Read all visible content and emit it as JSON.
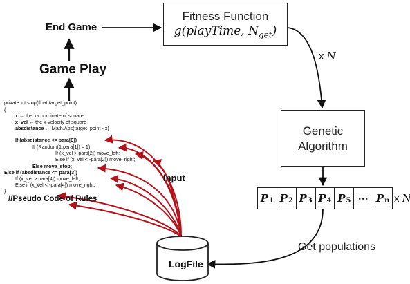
{
  "end_game": "End Game",
  "game_play": "Game Play",
  "fitness_title": "Fitness Function",
  "fitness_formula": "g(playTime, N",
  "fitness_formula_sub": "get",
  "fitness_formula_close": ")",
  "times_n_mid": "x",
  "times_n_mid_var": "N",
  "genetic_line1": "Genetic",
  "genetic_line2": "Algorithm",
  "populations": [
    {
      "base": "P",
      "sub": "1"
    },
    {
      "base": "P",
      "sub": "2"
    },
    {
      "base": "P",
      "sub": "3"
    },
    {
      "base": "P",
      "sub": "4"
    },
    {
      "base": "P",
      "sub": "5"
    },
    {
      "base": "⋯",
      "sub": ""
    },
    {
      "base": "P",
      "sub": "n"
    }
  ],
  "times_n_pop": "x",
  "times_n_pop_var": "N",
  "get_populations": "Get populations",
  "logfile": "LogFile",
  "input_label": "input",
  "code": {
    "line1": "private int stop(float target_point)",
    "line2": "{",
    "line3_var": "x",
    "line3_rest": "← the x-coordinate of square",
    "line4_var": "x_vel",
    "line4_rest": "← the x-velocity of square",
    "line5_var": "absdistance",
    "line5_rest": "← Math.Abs(target_point - x)",
    "line6": "If (absdistance <= para[0])",
    "line7": "If (Random(1,para[1]) < 1)",
    "line8": "If (x_vel > para[2]) move_left;",
    "line9": "Else if (x_vel < -para[2]) move_right;",
    "line10": "Else move_stop;",
    "line11": "Else if (absdistance <= para[3])",
    "line12": "If (x_vel > para[4]) move_left;",
    "line13": "Else if (x_vel < -para[4]) move_right;",
    "line14": "}",
    "caption": "//Pseudo Code of Rules"
  }
}
